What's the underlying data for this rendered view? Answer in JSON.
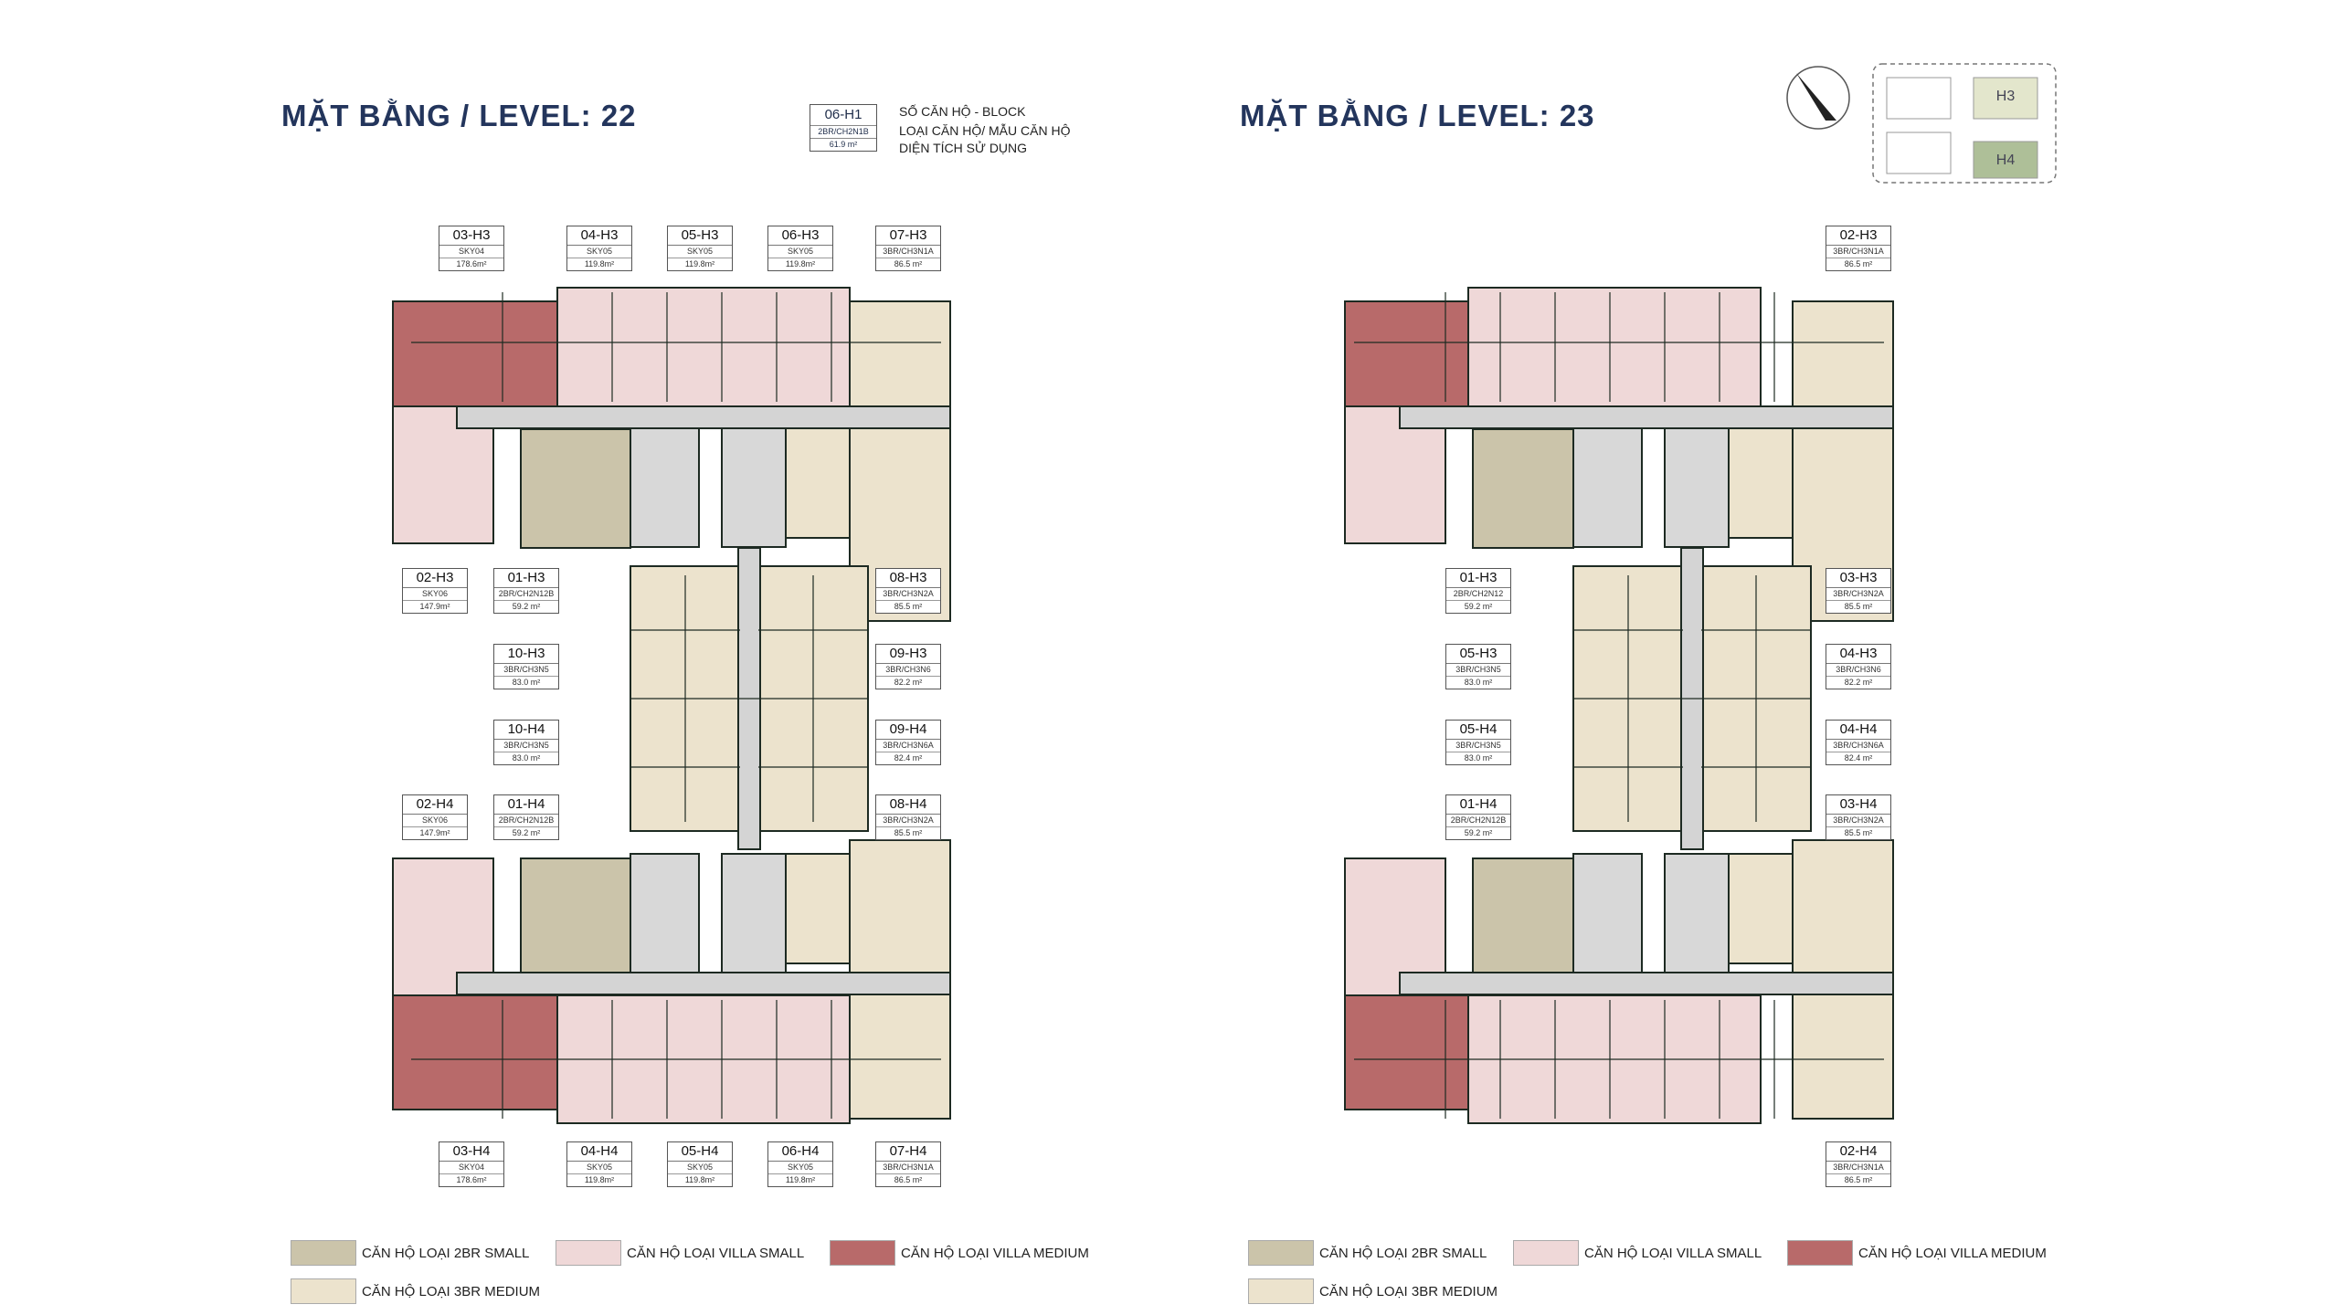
{
  "titles": {
    "left": "MẶT BẰNG / LEVEL: 22",
    "right": "MẶT BẰNG / LEVEL: 23"
  },
  "key": {
    "sample_unit": "06-H1",
    "sample_type": "2BR/CH2N1B",
    "sample_area": "61.9 m²",
    "label_unit": "SỐ CĂN HỘ - BLOCK",
    "label_type": "LOẠI CĂN HỘ/ MẪU CĂN HỘ",
    "label_area": "DIỆN TÍCH SỬ DỤNG"
  },
  "keyplan": {
    "h3": "H3",
    "h4": "H4"
  },
  "colors": {
    "two_br_small": "#cbc4aa",
    "villa_small": "#efd8d8",
    "villa_medium": "#b86a6a",
    "three_br_medium": "#ece3cd",
    "corridor": "#d4d4d4",
    "core": "#d8d8d8",
    "wall": "#1d2a22",
    "title": "#23355c"
  },
  "legend": [
    {
      "label": "CĂN HỘ LOẠI 2BR SMALL",
      "color": "#cbc4aa"
    },
    {
      "label": "CĂN HỘ LOẠI VILLA SMALL",
      "color": "#efd8d8"
    },
    {
      "label": "CĂN HỘ LOẠI VILLA MEDIUM",
      "color": "#b86a6a"
    },
    {
      "label": "CĂN HỘ LOẠI 3BR MEDIUM",
      "color": "#ece3cd"
    }
  ],
  "units_left": [
    {
      "unit": "03-H3",
      "type": "SKY04",
      "area": "178.6m²"
    },
    {
      "unit": "04-H3",
      "type": "SKY05",
      "area": "119.8m²"
    },
    {
      "unit": "05-H3",
      "type": "SKY05",
      "area": "119.8m²"
    },
    {
      "unit": "06-H3",
      "type": "SKY05",
      "area": "119.8m²"
    },
    {
      "unit": "07-H3",
      "type": "3BR/CH3N1A",
      "area": "86.5 m²"
    },
    {
      "unit": "02-H3",
      "type": "SKY06",
      "area": "147.9m²"
    },
    {
      "unit": "01-H3",
      "type": "2BR/CH2N12B",
      "area": "59.2 m²"
    },
    {
      "unit": "08-H3",
      "type": "3BR/CH3N2A",
      "area": "85.5 m²"
    },
    {
      "unit": "10-H3",
      "type": "3BR/CH3N5",
      "area": "83.0 m²"
    },
    {
      "unit": "09-H3",
      "type": "3BR/CH3N6",
      "area": "82.2 m²"
    },
    {
      "unit": "10-H4",
      "type": "3BR/CH3N5",
      "area": "83.0 m²"
    },
    {
      "unit": "09-H4",
      "type": "3BR/CH3N6A",
      "area": "82.4 m²"
    },
    {
      "unit": "02-H4",
      "type": "SKY06",
      "area": "147.9m²"
    },
    {
      "unit": "01-H4",
      "type": "2BR/CH2N12B",
      "area": "59.2 m²"
    },
    {
      "unit": "08-H4",
      "type": "3BR/CH3N2A",
      "area": "85.5 m²"
    },
    {
      "unit": "03-H4",
      "type": "SKY04",
      "area": "178.6m²"
    },
    {
      "unit": "04-H4",
      "type": "SKY05",
      "area": "119.8m²"
    },
    {
      "unit": "05-H4",
      "type": "SKY05",
      "area": "119.8m²"
    },
    {
      "unit": "06-H4",
      "type": "SKY05",
      "area": "119.8m²"
    },
    {
      "unit": "07-H4",
      "type": "3BR/CH3N1A",
      "area": "86.5 m²"
    }
  ],
  "units_right": [
    {
      "unit": "02-H3",
      "type": "3BR/CH3N1A",
      "area": "86.5 m²"
    },
    {
      "unit": "01-H3",
      "type": "2BR/CH2N12",
      "area": "59.2 m²"
    },
    {
      "unit": "03-H3",
      "type": "3BR/CH3N2A",
      "area": "85.5 m²"
    },
    {
      "unit": "05-H3",
      "type": "3BR/CH3N5",
      "area": "83.0 m²"
    },
    {
      "unit": "04-H3",
      "type": "3BR/CH3N6",
      "area": "82.2 m²"
    },
    {
      "unit": "05-H4",
      "type": "3BR/CH3N5",
      "area": "83.0 m²"
    },
    {
      "unit": "04-H4",
      "type": "3BR/CH3N6A",
      "area": "82.4 m²"
    },
    {
      "unit": "01-H4",
      "type": "2BR/CH2N12B",
      "area": "59.2 m²"
    },
    {
      "unit": "03-H4",
      "type": "3BR/CH3N2A",
      "area": "85.5 m²"
    },
    {
      "unit": "02-H4",
      "type": "3BR/CH3N1A",
      "area": "86.5 m²"
    }
  ]
}
